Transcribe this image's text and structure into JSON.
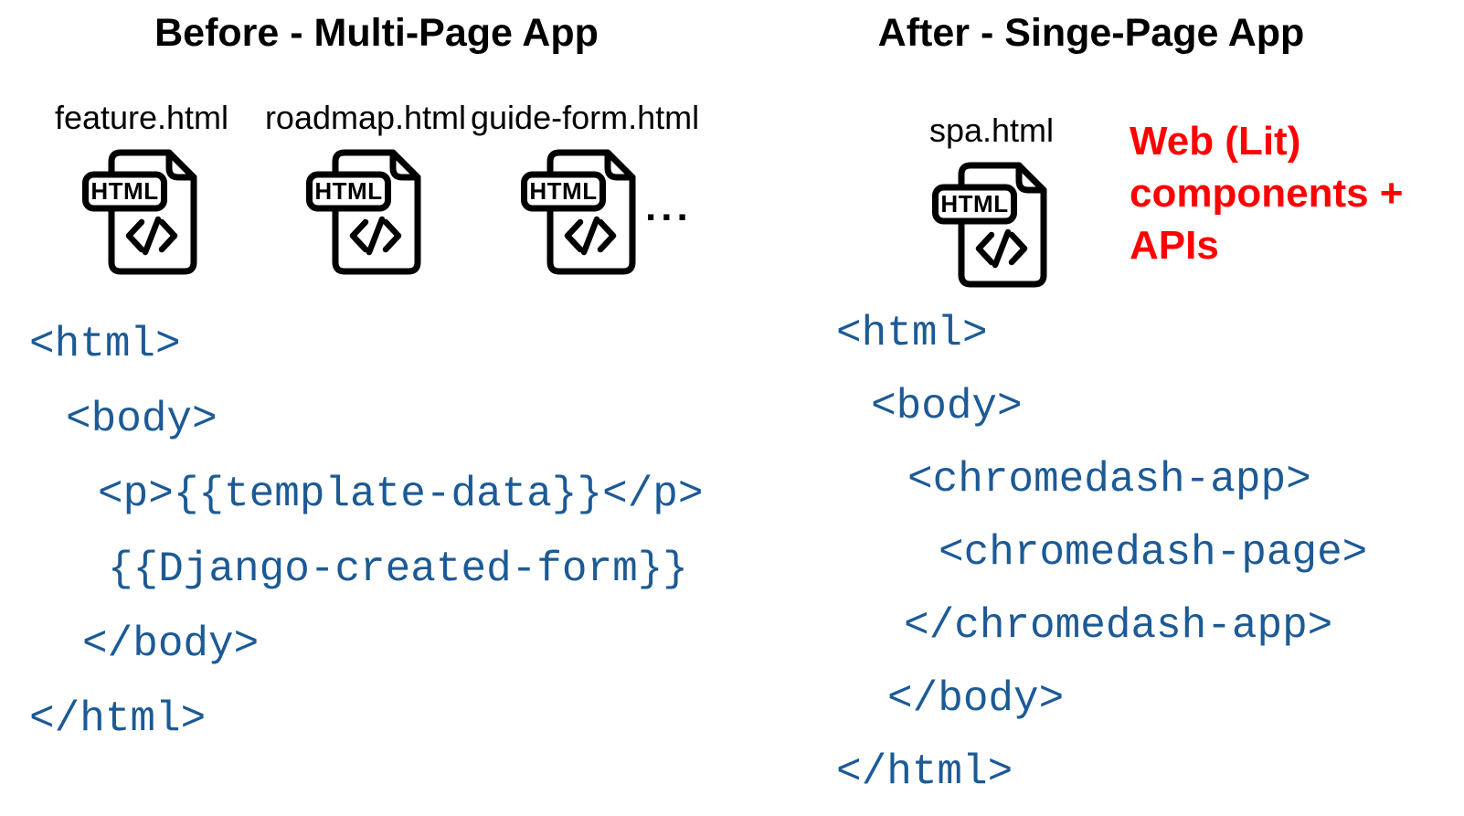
{
  "colors": {
    "code_blue": "#1c5a96",
    "annotation_red": "#ff0000",
    "text_black": "#000000",
    "background": "#ffffff"
  },
  "before": {
    "title": "Before - Multi-Page App",
    "files": [
      {
        "label": "feature.html"
      },
      {
        "label": "roadmap.html"
      },
      {
        "label": "guide-form.html"
      }
    ],
    "more_files_ellipsis": "...",
    "code_lines": [
      "<html>",
      "<body>",
      "<p>{{template-data}}</p>",
      "{{Django-created-form}}",
      "</body>",
      "</html>"
    ]
  },
  "after": {
    "title": "After - Singe-Page App",
    "file_label": "spa.html",
    "annotation_lines": [
      "Web (Lit)",
      "components +",
      "APIs"
    ],
    "code_lines": [
      "<html>",
      "<body>",
      "<chromedash-app>",
      "<chromedash-page>",
      "</chromedash-app>",
      "</body>",
      "</html>"
    ]
  },
  "icons": {
    "html_file_badge": "HTML"
  }
}
